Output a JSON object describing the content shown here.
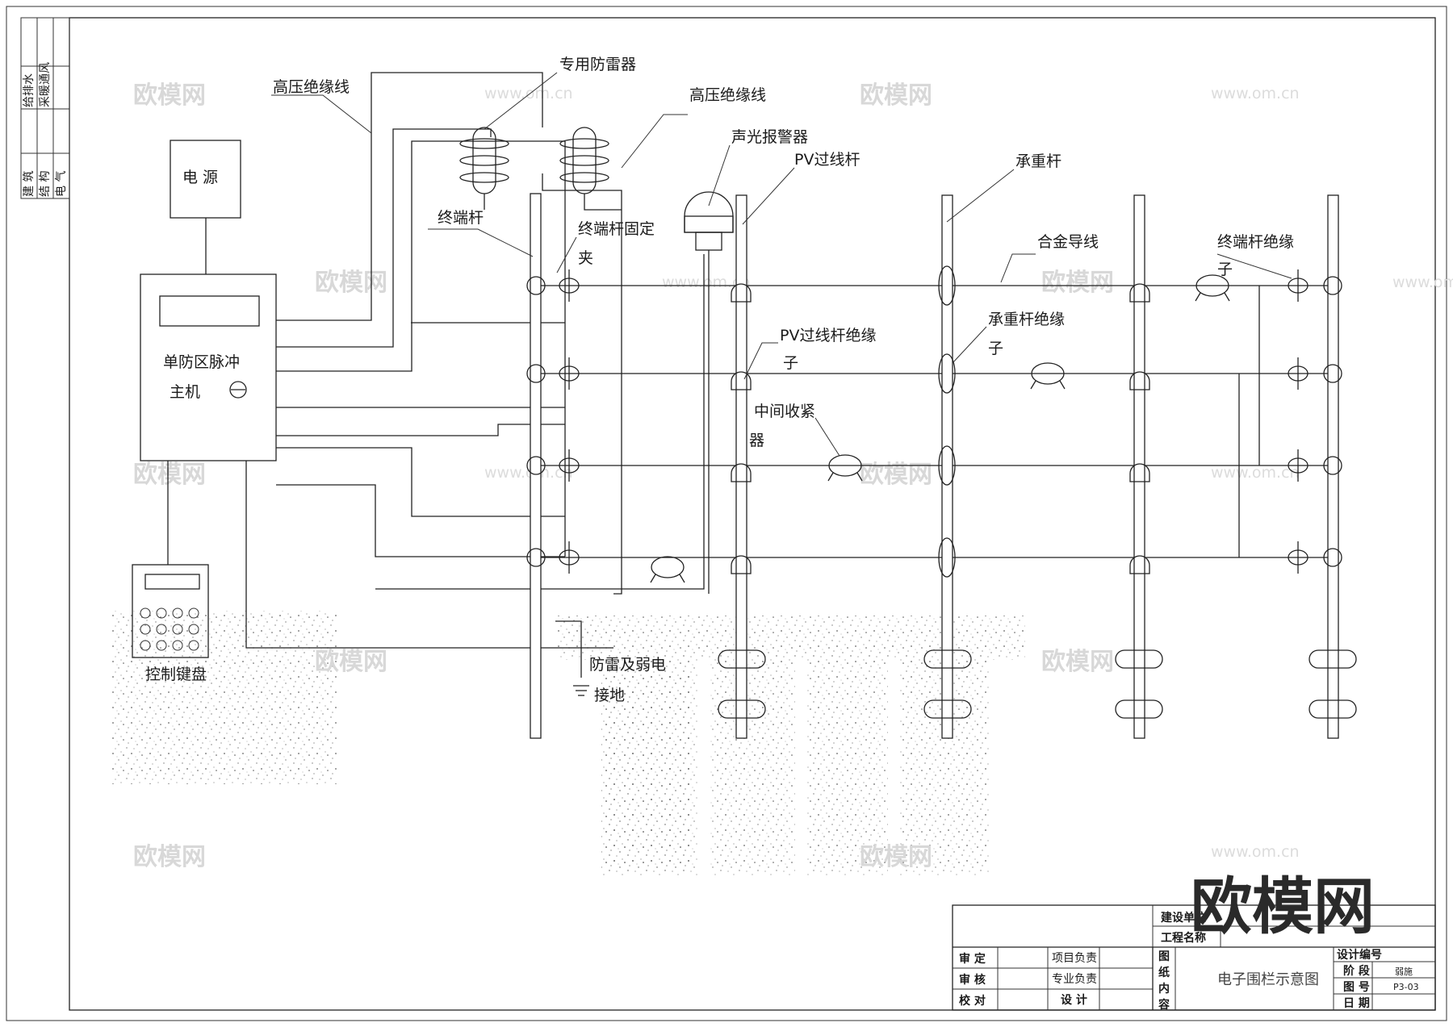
{
  "labels": {
    "hv_wire_1": "高压绝缘线",
    "surge_protector": "专用防雷器",
    "hv_wire_2": "高压绝缘线",
    "alarm": "声光报警器",
    "pv_pole": "PV过线杆",
    "load_pole": "承重杆",
    "power": "电 源",
    "terminal_pole": "终端杆",
    "terminal_clamp_1": "终端杆固定",
    "terminal_clamp_2": "夹",
    "alloy_wire": "合金导线",
    "terminal_insulator_1": "终端杆绝缘",
    "terminal_insulator_2": "子",
    "host_1": "单防区脉冲",
    "host_2": "主机",
    "pv_insulator_1": "PV过线杆绝缘",
    "pv_insulator_2": "子",
    "load_insulator_1": "承重杆绝缘",
    "load_insulator_2": "子",
    "tensioner_1": "中间收紧",
    "tensioner_2": "器",
    "keypad": "控制键盘",
    "grounding_1": "防雷及弱电",
    "grounding_2": "接地"
  },
  "side_strip": {
    "col1_top": "给排水",
    "col2_top": "采暖通风",
    "col1_bottom": "建 筑",
    "col2_bottom": "结 构",
    "col3_bottom": "电 气"
  },
  "title_block": {
    "client": "建设单位",
    "project": "工程名称",
    "review": "审 定",
    "audit": "审 核",
    "check": "校 对",
    "project_lead": "项目负责",
    "discipline_lead": "专业负责",
    "design": "设 计",
    "content_1": "图",
    "content_2": "纸",
    "content_3": "内",
    "content_4": "容",
    "drawing_title": "电子围栏示意图",
    "design_no": "设计编号",
    "stage": "阶 段",
    "stage_value": "弱施",
    "drawing_no": "图 号",
    "drawing_no_value": "P3-03",
    "date": "日 期"
  },
  "watermark": {
    "brand": "欧模网",
    "url": "www.om.cn",
    "corner_brand": "欧模网"
  }
}
